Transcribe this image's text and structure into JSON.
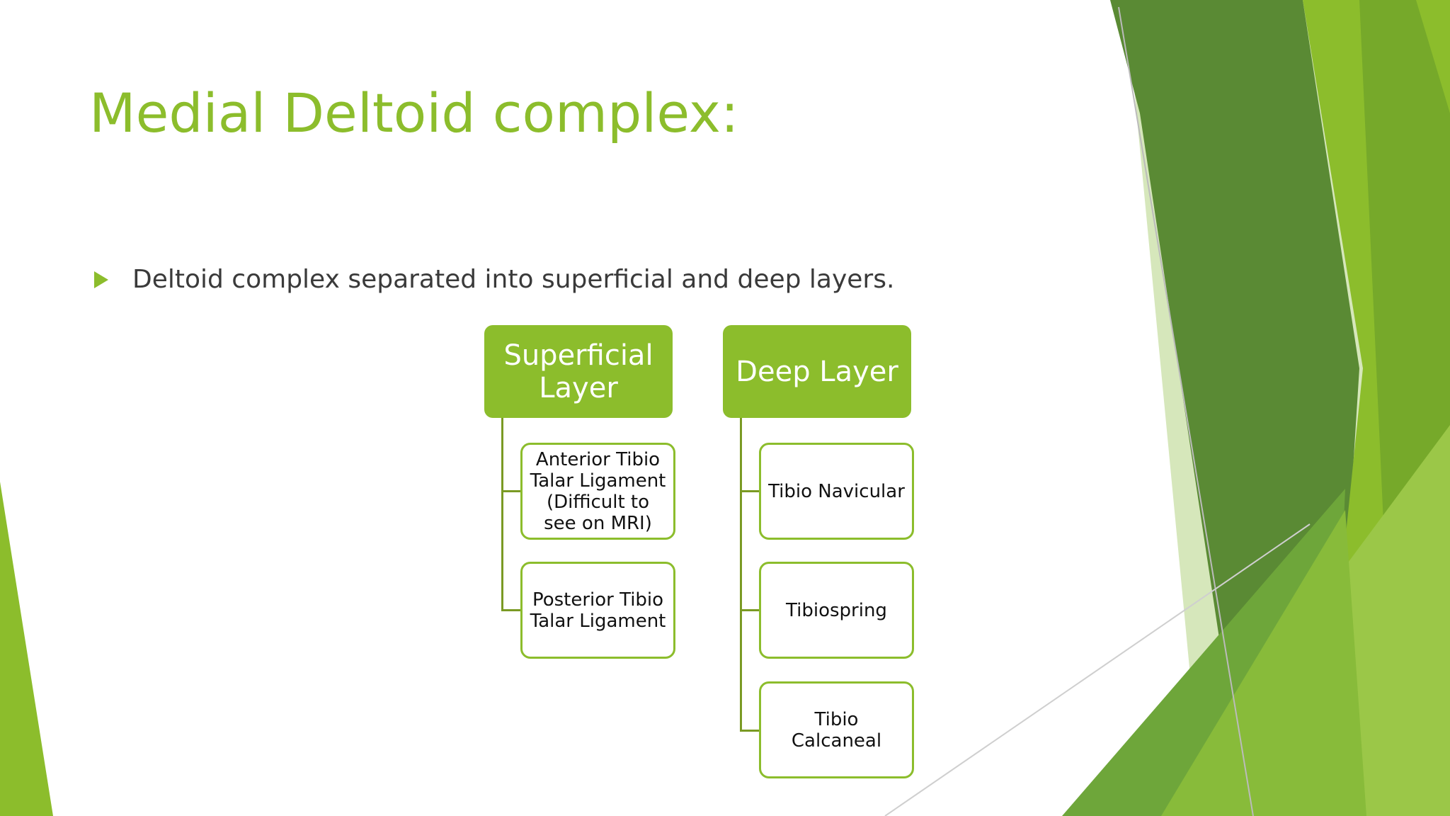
{
  "slide": {
    "title": "Medial Deltoid complex:",
    "bullet": "Deltoid complex separated into superficial and deep layers."
  },
  "diagram": {
    "groups": [
      {
        "heading": "Superficial Layer",
        "items": [
          "Anterior Tibio Talar Ligament (Difficult to see on MRI)",
          "Posterior Tibio Talar Ligament"
        ]
      },
      {
        "heading": "Deep Layer",
        "items": [
          "Tibio Navicular",
          "Tibiospring",
          "Tibio Calcaneal"
        ]
      }
    ]
  },
  "colors": {
    "accent": "#8cbd2c",
    "text": "#3a3a3a",
    "dark_green": "#5a8a34"
  }
}
